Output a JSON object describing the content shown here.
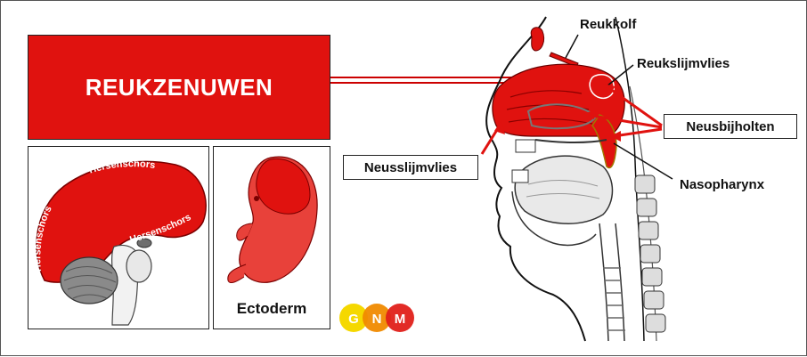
{
  "title": "REUKZENUWEN",
  "labels": {
    "reukkolf": "Reukkolf",
    "reukslijmvlies": "Reukslijmvlies",
    "neusbijholten": "Neusbijholten",
    "nasopharynx": "Nasopharynx",
    "neusslijmvlies": "Neusslijmvlies",
    "ectoderm": "Ectoderm"
  },
  "brain_labels": [
    "Hersenschors",
    "Hersenschors",
    "Hersenschors"
  ],
  "logo": {
    "letters": [
      "G",
      "N",
      "M"
    ],
    "colors": [
      "#f5d800",
      "#f08a00",
      "#e0201a"
    ]
  },
  "colors": {
    "accent": "#e0120f",
    "text": "#111111",
    "cerebellum": "#8a8a8a"
  }
}
